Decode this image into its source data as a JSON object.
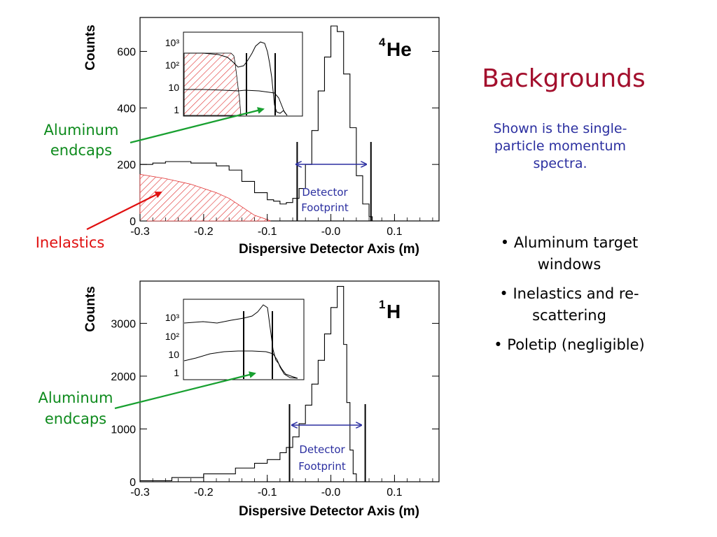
{
  "slide": {
    "title": "Backgrounds",
    "subtitle": "Shown is the single-particle momentum spectra.",
    "bullets": [
      "•  Aluminum  target windows",
      "• Inelastics and re-scattering",
      "•  Poletip  (negligible)"
    ]
  },
  "annotations": {
    "aluminum_top": [
      "Aluminum",
      "endcaps"
    ],
    "inelastics": "Inelastics",
    "aluminum_bottom": [
      "Aluminum",
      "endcaps"
    ],
    "detector_top": [
      "Detector",
      "Footprint"
    ],
    "detector_bottom": [
      "Detector",
      "Footprint"
    ]
  },
  "colors": {
    "title": "#a30f2d",
    "subtitle": "#2b2fa0",
    "aluminum_label": "#0d8a1c",
    "aluminum_arrow": "#18a030",
    "inelastics": "#e01010",
    "detector": "#2b2fa0",
    "hatch": "#e03030"
  },
  "chart_data": [
    {
      "type": "line",
      "isotope": "He",
      "isotope_mass": "4",
      "xlabel": "Dispersive Detector Axis (m)",
      "ylabel": "Counts",
      "xlim": [
        -0.3,
        0.17
      ],
      "ylim": [
        0,
        720
      ],
      "xticks": [
        -0.3,
        -0.2,
        -0.1,
        -0.0,
        0.1
      ],
      "xtick_labels": [
        "-0.3",
        "-0.2",
        "-0.1",
        "-0.0",
        "0.1"
      ],
      "yticks": [
        0,
        200,
        400,
        600
      ],
      "ytick_labels": [
        "0",
        "200",
        "400",
        "600"
      ],
      "footprint_lines": [
        -0.053,
        0.063
      ],
      "series": [
        {
          "x": [
            -0.3,
            -0.28,
            -0.26,
            -0.24,
            -0.22,
            -0.2,
            -0.18,
            -0.16,
            -0.14,
            -0.12,
            -0.1,
            -0.09,
            -0.08,
            -0.07,
            -0.06,
            -0.05,
            -0.04,
            -0.03,
            -0.02,
            -0.01,
            0.0,
            0.01,
            0.02,
            0.03,
            0.04,
            0.05,
            0.06,
            0.065
          ],
          "values": [
            200,
            205,
            210,
            210,
            205,
            205,
            195,
            180,
            140,
            100,
            75,
            70,
            60,
            65,
            80,
            115,
            200,
            320,
            460,
            580,
            690,
            670,
            520,
            330,
            160,
            60,
            15,
            0
          ]
        },
        {
          "x": [
            -0.3,
            -0.26,
            -0.22,
            -0.18,
            -0.16,
            -0.14,
            -0.12,
            -0.1,
            -0.095
          ],
          "values": [
            165,
            150,
            130,
            100,
            80,
            50,
            20,
            5,
            0
          ]
        }
      ],
      "inset": {
        "yticks": [
          "10³",
          "10²",
          "10",
          "1"
        ],
        "markers": [
          -0.14,
          -0.085
        ]
      }
    },
    {
      "type": "line",
      "isotope": "H",
      "isotope_mass": "1",
      "xlabel": "Dispersive Detector Axis (m)",
      "ylabel": "Counts",
      "xlim": [
        -0.3,
        0.17
      ],
      "ylim": [
        0,
        3800
      ],
      "xticks": [
        -0.3,
        -0.2,
        -0.1,
        -0.0,
        0.1
      ],
      "xtick_labels": [
        "-0.3",
        "-0.2",
        "-0.1",
        "-0.0",
        "0.1"
      ],
      "yticks": [
        0,
        1000,
        2000,
        3000
      ],
      "ytick_labels": [
        "0",
        "1000",
        "2000",
        "3000"
      ],
      "footprint_lines": [
        -0.065,
        0.054
      ],
      "series": [
        {
          "x": [
            -0.3,
            -0.25,
            -0.2,
            -0.15,
            -0.12,
            -0.1,
            -0.08,
            -0.07,
            -0.06,
            -0.05,
            -0.04,
            -0.03,
            -0.02,
            -0.01,
            0.0,
            0.01,
            0.02,
            0.025,
            0.03,
            0.035,
            0.04
          ],
          "values": [
            20,
            80,
            150,
            260,
            350,
            420,
            550,
            650,
            850,
            1100,
            1450,
            1850,
            2300,
            2800,
            3300,
            3700,
            2600,
            1500,
            600,
            150,
            0
          ]
        }
      ],
      "inset": {
        "yticks": [
          "10³",
          "10²",
          "10",
          "1"
        ],
        "markers": [
          -0.14,
          -0.085
        ]
      }
    }
  ]
}
